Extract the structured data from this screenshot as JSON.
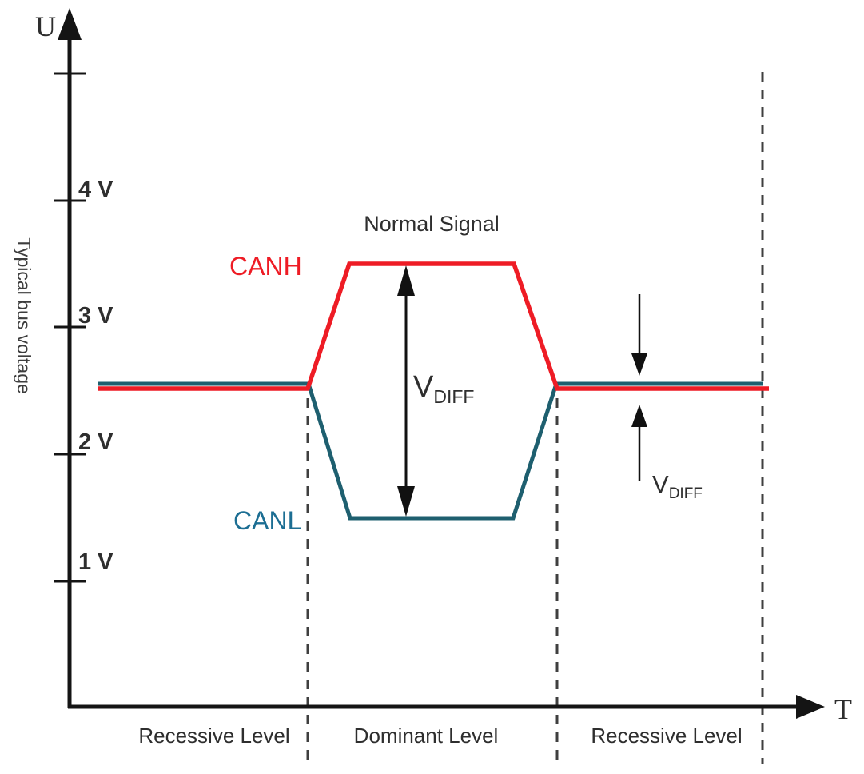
{
  "title": {
    "text": "Normal Signal"
  },
  "colors": {
    "canh": "#ee1c25",
    "canl": "#1e5f6f",
    "canl_label": "#1c6e93",
    "axis": "#141414",
    "annotation": "#111111",
    "dash": "#3f3f3f",
    "text": "#2e2e2e",
    "muted_text": "#3d3d3d",
    "background": "#ffffff"
  },
  "y_axis": {
    "label": "U",
    "caption": "Typical bus voltage",
    "ticks": [
      {
        "label": "4 V"
      },
      {
        "label": "3 V"
      },
      {
        "label": "2 V"
      },
      {
        "label": "1 V"
      }
    ]
  },
  "x_axis": {
    "label": "T"
  },
  "signals": [
    {
      "name": "CANH",
      "color": "#ee1c25"
    },
    {
      "name": "CANL",
      "color": "#1e5f6f"
    }
  ],
  "vdiff": {
    "main": "V",
    "sub": "DIFF"
  },
  "regions": [
    {
      "label": "Recessive Level"
    },
    {
      "label": "Dominant Level"
    },
    {
      "label": "Recessive Level"
    }
  ],
  "chart_data": {
    "type": "line",
    "title": "Normal Signal",
    "xlabel": "T",
    "ylabel": "U",
    "y_unit": "V",
    "ylim": [
      0,
      5
    ],
    "y_ticks": [
      1,
      2,
      3,
      4
    ],
    "x_relative": [
      0,
      1,
      1.2,
      2,
      2.2,
      3
    ],
    "series": [
      {
        "name": "CANH",
        "color": "#ee1c25",
        "values": [
          2.5,
          2.5,
          3.5,
          3.5,
          2.5,
          2.5
        ]
      },
      {
        "name": "CANL",
        "color": "#1e5f6f",
        "values": [
          2.5,
          2.5,
          1.5,
          1.5,
          2.5,
          2.5
        ]
      }
    ],
    "levels": {
      "recessive": 2.5,
      "dominant_canh": 3.5,
      "dominant_canl": 1.5,
      "v_diff": 2
    },
    "regions": [
      "Recessive Level",
      "Dominant Level",
      "Recessive Level"
    ],
    "annotations": [
      "V_DIFF between CANH and CANL during dominant",
      "V_DIFF near zero during recessive"
    ]
  }
}
